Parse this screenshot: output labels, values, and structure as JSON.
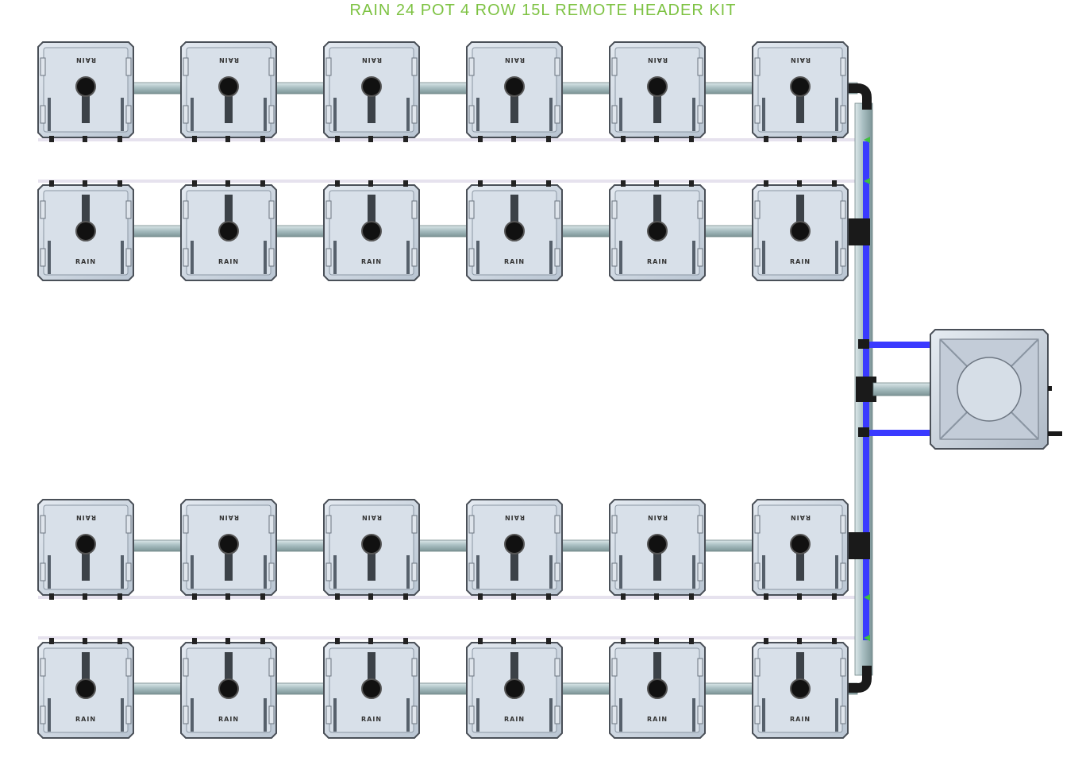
{
  "title": "RAIN 24 POT 4 ROW 15L REMOTE HEADER KIT",
  "pot_label": "RAIN",
  "pot_label_flipped": "RAIN",
  "colors": {
    "title": "#7dc242",
    "pot_body": "#c9d3df",
    "pot_inner": "#d8e0e9",
    "pot_outline": "#4a5058",
    "pipe": "#a9bfc2",
    "drip_line": "#e6e2ee",
    "return_line": "#3a3aff",
    "fitting": "#1a1a1a"
  },
  "rows": [
    {
      "id": "row-1",
      "orientation": "top",
      "pots": 6
    },
    {
      "id": "row-2",
      "orientation": "bottom",
      "pots": 6
    },
    {
      "id": "row-3",
      "orientation": "top",
      "pots": 6
    },
    {
      "id": "row-4",
      "orientation": "bottom",
      "pots": 6
    }
  ],
  "header_tank": {
    "name": "remote-header"
  }
}
